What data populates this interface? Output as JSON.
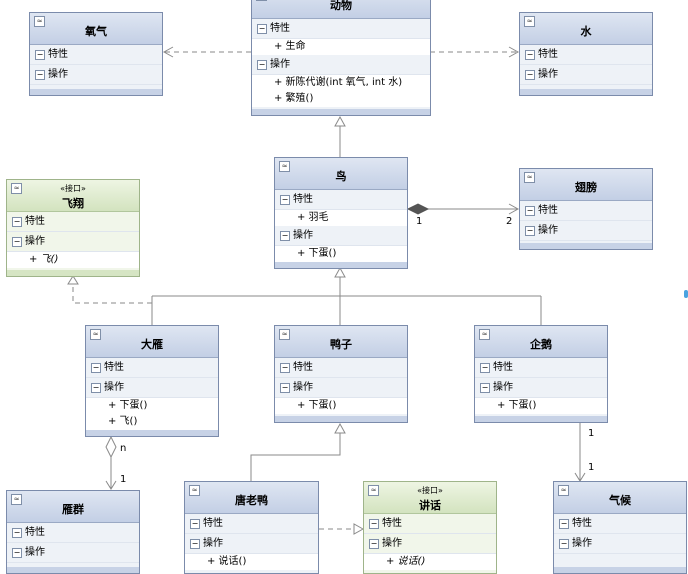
{
  "section_labels": {
    "attributes": "特性",
    "operations": "操作"
  },
  "collapse_glyph": "≈",
  "section_glyph": "−",
  "classes": {
    "animal": {
      "name": "动物",
      "attributes": [
        "+ 生命"
      ],
      "operations": [
        "+ 新陈代谢(int 氧气, int 水)",
        "+ 繁殖()"
      ]
    },
    "oxygen": {
      "name": "氧气"
    },
    "water": {
      "name": "水"
    },
    "bird": {
      "name": "鸟",
      "attributes": [
        "+ 羽毛"
      ],
      "operations": [
        "+ 下蛋()"
      ]
    },
    "wing": {
      "name": "翅膀"
    },
    "fly": {
      "stereotype": "«接口»",
      "name": "飞翔",
      "operations": [
        "+ 飞()"
      ]
    },
    "goose": {
      "name": "大雁",
      "operations": [
        "+ 下蛋()",
        "+ 飞()"
      ]
    },
    "duck": {
      "name": "鸭子",
      "operations": [
        "+ 下蛋()"
      ]
    },
    "penguin": {
      "name": "企鹅",
      "operations": [
        "+ 下蛋()"
      ]
    },
    "flock": {
      "name": "雁群"
    },
    "donald": {
      "name": "唐老鸭",
      "operations": [
        "+ 说话()"
      ]
    },
    "speak": {
      "stereotype": "«接口»",
      "name": "讲话",
      "operations": [
        "+ 说话()"
      ]
    },
    "climate": {
      "name": "气候"
    }
  },
  "multiplicities": {
    "bird_wing_source": "1",
    "bird_wing_target": "2",
    "goose_flock_source": "n",
    "goose_flock_target": "1",
    "penguin_climate_source": "1",
    "penguin_climate_target": "1"
  }
}
